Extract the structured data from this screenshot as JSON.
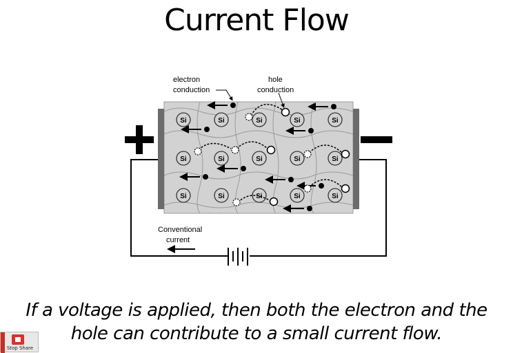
{
  "title": "Current Flow",
  "labels": {
    "electron_conduction_1": "electron",
    "electron_conduction_2": "conduction",
    "hole_conduction_1": "hole",
    "hole_conduction_2": "conduction",
    "conventional_1": "Conventional",
    "conventional_2": "current",
    "atom": "Si",
    "plus": "+",
    "minus": "—"
  },
  "caption": {
    "line1": "If a voltage is applied, then both the electron and the",
    "line2": "hole can contribute to a small current flow."
  },
  "stop_share": {
    "label": "Stop Share"
  },
  "colors": {
    "crystal": "#d2d2d2",
    "electrode": "#6b6b6b",
    "accent": "#d9312b"
  }
}
